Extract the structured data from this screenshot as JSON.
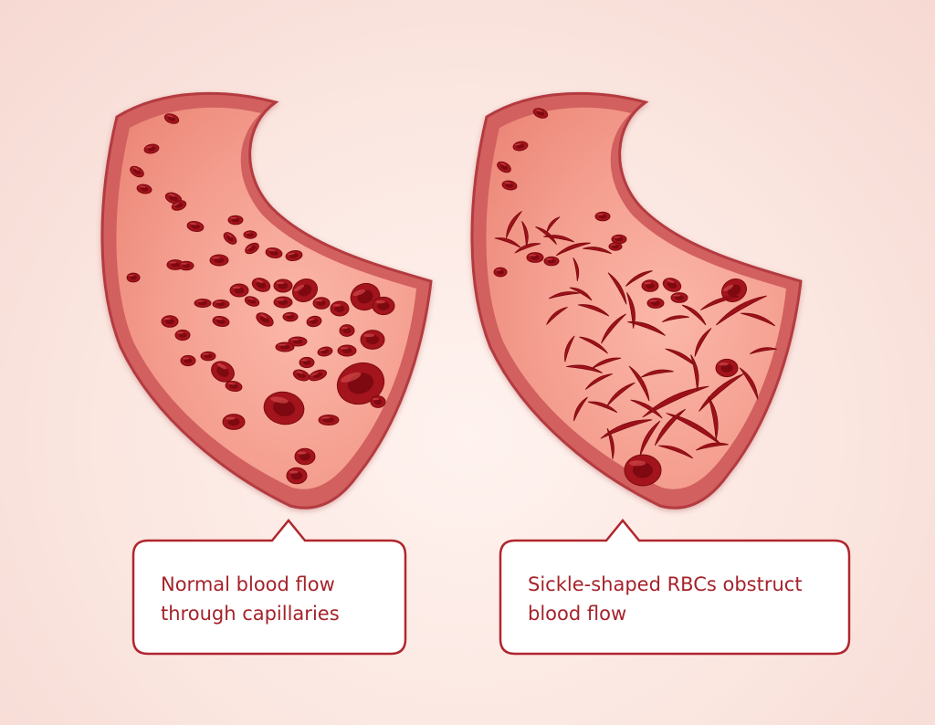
{
  "panels": [
    {
      "id": "normal",
      "caption_line1": "Normal blood flow",
      "caption_line2": "through capillaries"
    },
    {
      "id": "sickle",
      "caption_line1": "Sickle-shaped RBCs obstruct",
      "caption_line2": "blood flow"
    }
  ],
  "colors": {
    "vessel_wall": "#c44a4e",
    "vessel_fill": "#f39a8c",
    "cell_dark": "#8a0d14",
    "cell_mid": "#b0171f",
    "cell_light": "#d33a3c",
    "callout_border": "#b0262e",
    "text": "#a5222a"
  }
}
